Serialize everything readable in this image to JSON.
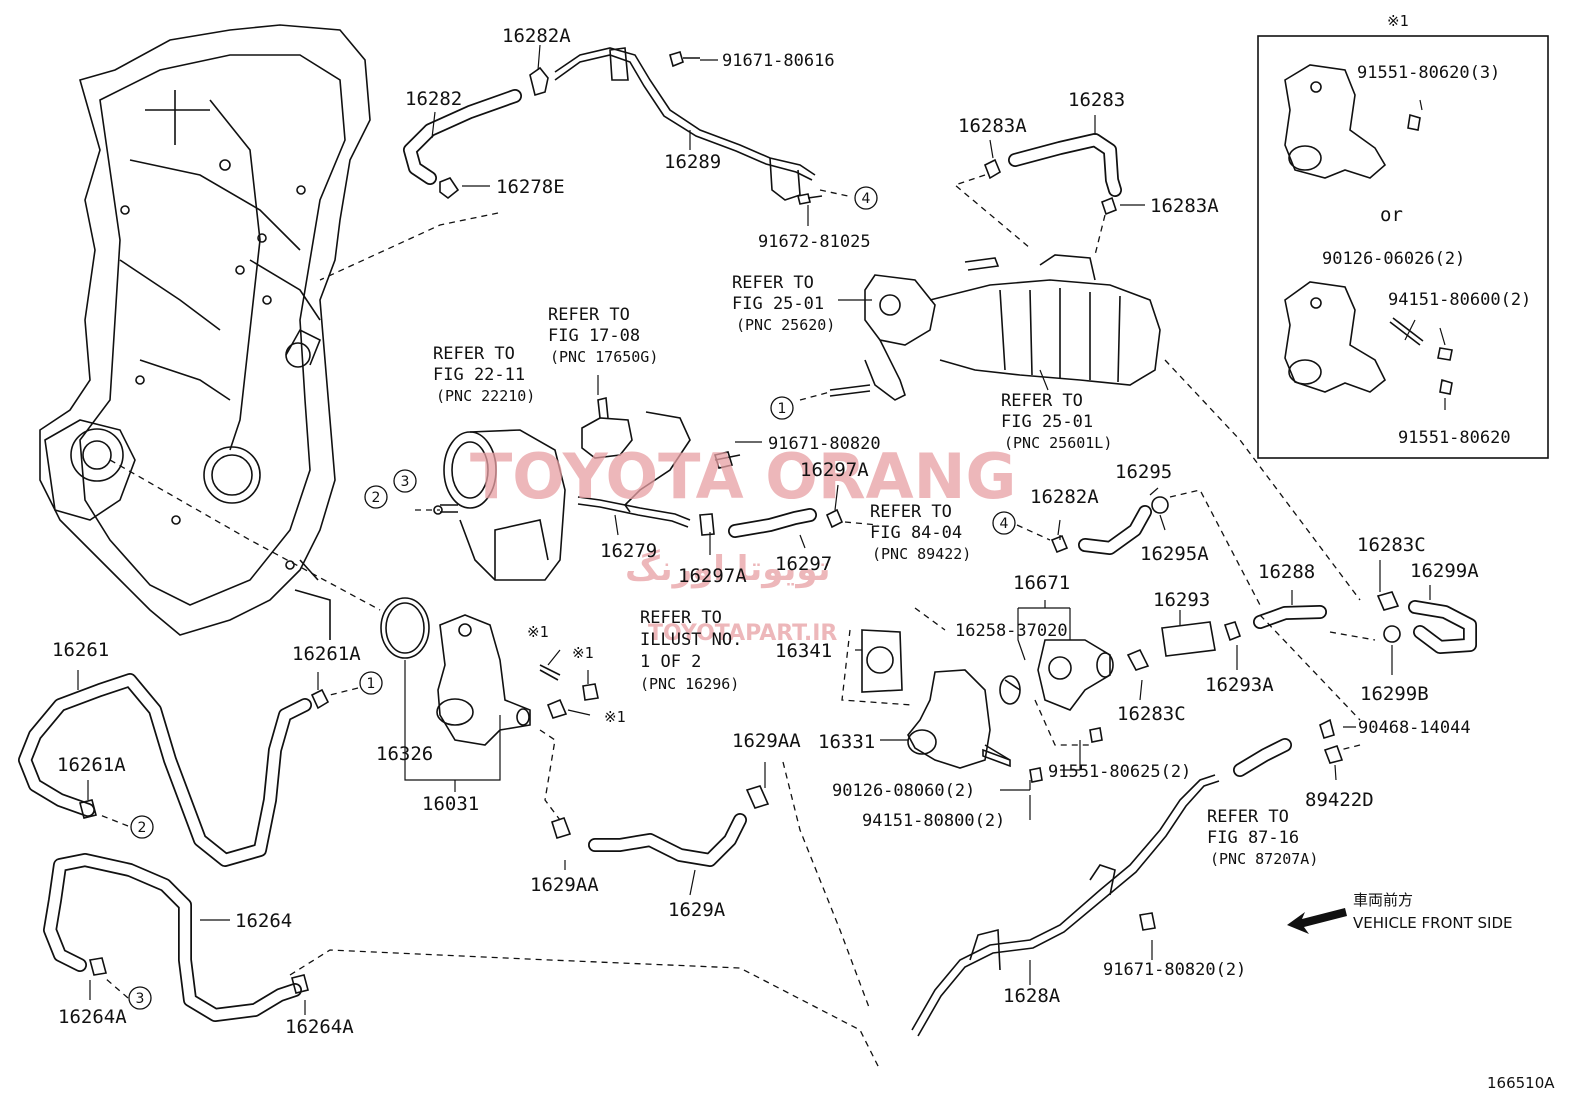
{
  "watermark": {
    "brand": "TOYOTA ORANG",
    "brand_fa": "تویوتا اورنگ",
    "site": "TOYOTAPART.IR"
  },
  "diagram_id": "166510A",
  "inset": {
    "mark": "※1",
    "or_label": "or"
  },
  "direction": {
    "label_jp": "車両前方",
    "label_en": "VEHICLE FRONT SIDE"
  },
  "circle_markers": [
    "1",
    "2",
    "3",
    "4"
  ],
  "part_numbers": {
    "p16282A": "16282A",
    "p16282": "16282",
    "p16278E": "16278E",
    "p16289": "16289",
    "p91671_80616": "91671-80616",
    "p91672_81025": "91672-81025",
    "p16283": "16283",
    "p16283A_1": "16283A",
    "p16283A_2": "16283A",
    "p91671_80820": "91671-80820",
    "p16297A_1": "16297A",
    "p16297A_2": "16297A",
    "p16297": "16297",
    "p16279": "16279",
    "p16295": "16295",
    "p16295A": "16295A",
    "p16282A_2": "16282A",
    "p16671": "16671",
    "p16258": "16258-37020",
    "p16341": "16341",
    "p16331": "16331",
    "p16293": "16293",
    "p16293A": "16293A",
    "p16283C_1": "16283C",
    "p16283C_2": "16283C",
    "p16288": "16288",
    "p16299A": "16299A",
    "p16299B": "16299B",
    "p90468": "90468-14044",
    "p89422D": "89422D",
    "p91551_80625": "91551-80625(2)",
    "p90126_08060": "90126-08060(2)",
    "p94151_80800": "94151-80800(2)",
    "p16261": "16261",
    "p16261A_1": "16261A",
    "p16261A_2": "16261A",
    "p16326": "16326",
    "p16031": "16031",
    "p1629AA_1": "1629AA",
    "p1629AA_2": "1629AA",
    "p1629A": "1629A",
    "p16264": "16264",
    "p16264A_1": "16264A",
    "p16264A_2": "16264A",
    "p1628A": "1628A",
    "p91671_80820_2": "91671-80820(2)",
    "x1a": "※1",
    "x1b": "※1",
    "x1c": "※1",
    "inset_91551_80620_3": "91551-80620(3)",
    "inset_90126_06026": "90126-06026(2)",
    "inset_94151_80600": "94151-80600(2)",
    "inset_91551_80620": "91551-80620"
  },
  "references": {
    "r1": [
      "REFER TO",
      "FIG 25-01",
      "(PNC 25620)"
    ],
    "r2": [
      "REFER TO",
      "FIG 17-08",
      "(PNC 17650G)"
    ],
    "r3": [
      "REFER TO",
      "FIG 22-11",
      "(PNC 22210)"
    ],
    "r4": [
      "REFER TO",
      "FIG 25-01",
      "(PNC 25601L)"
    ],
    "r5": [
      "REFER TO",
      "FIG 84-04",
      "(PNC 89422)"
    ],
    "r6": [
      "REFER TO",
      "ILLUST NO.",
      "1 OF 2",
      "(PNC 16296)"
    ],
    "r7": [
      "REFER TO",
      "FIG 87-16",
      "(PNC 87207A)"
    ]
  }
}
